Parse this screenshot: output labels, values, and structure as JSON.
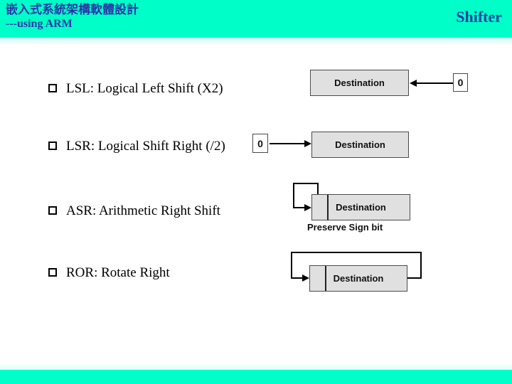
{
  "slide": {
    "header": {
      "title": "嵌入式系統架構軟體設計",
      "subtitle": "---using ARM",
      "topic": "Shifter"
    },
    "bullets": [
      {
        "label": "LSL: Logical Left Shift (X2)"
      },
      {
        "label": "LSR: Logical Shift Right (/2)"
      },
      {
        "label": "ASR: Arithmetic Right Shift"
      },
      {
        "label": "ROR: Rotate Right"
      }
    ],
    "diagrams": {
      "lsl": {
        "box_label": "Destination",
        "input_bit": "0"
      },
      "lsr": {
        "box_label": "Destination",
        "input_bit": "0"
      },
      "asr": {
        "box_label": "Destination",
        "caption": "Preserve Sign bit"
      },
      "ror": {
        "box_label": "Destination"
      }
    },
    "colors": {
      "banner": "#00ffc8",
      "title-text": "#2b35a8",
      "box-fill": "#e0e0e0",
      "box-border": "#4a4a4a"
    }
  }
}
